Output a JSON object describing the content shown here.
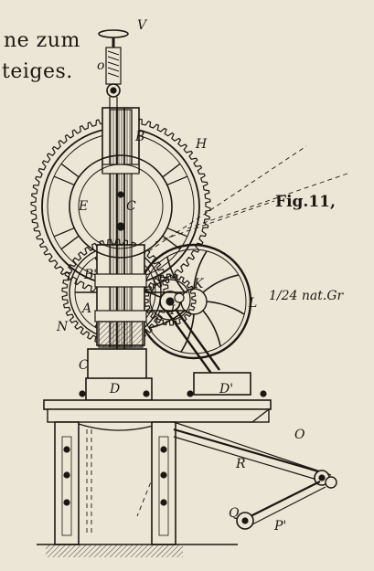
{
  "caption": {
    "line1": "ne zum",
    "line2": "teiges."
  },
  "figure": {
    "number": "Fig.11,",
    "scale": "1/24 nat.Gr"
  },
  "labels": {
    "V": "V",
    "o": "o",
    "B": "B",
    "H": "H",
    "E": "E",
    "C": "C",
    "Bprime": "B'",
    "K": "K",
    "I": "I",
    "L": "L",
    "A": "A",
    "N": "N",
    "Cbase": "C",
    "D": "D",
    "Dprime": "D'",
    "O": "O",
    "R": "R",
    "Q": "Q",
    "P": "P'"
  },
  "colors": {
    "paper": "#ece6d6",
    "ink": "#1b1812"
  }
}
